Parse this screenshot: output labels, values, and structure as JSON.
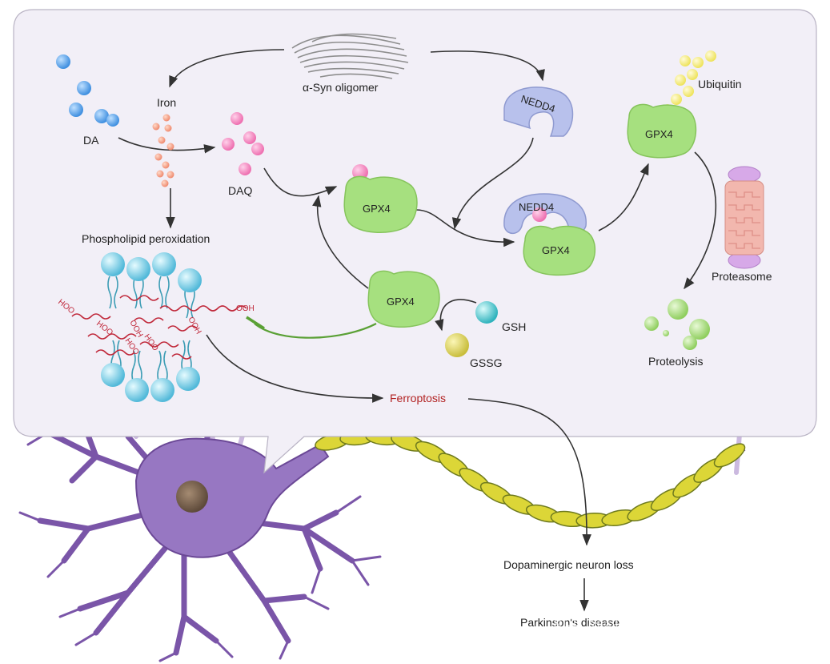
{
  "labels": {
    "syn": "α-Syn oligomer",
    "iron": "Iron",
    "da": "DA",
    "daq": "DAQ",
    "nedd4_top": "NEDD4",
    "nedd4_mid": "NEDD4",
    "gpx4_center": "GPX4",
    "gpx4_mid": "GPX4",
    "gpx4_top": "GPX4",
    "gpx4_lower": "GPX4",
    "ubiquitin": "Ubiquitin",
    "proteasome": "Proteasome",
    "proteolysis": "Proteolysis",
    "phospholipid": "Phospholipid peroxidation",
    "gsh": "GSH",
    "gssg": "GSSG",
    "ferroptosis": "Ferroptosis",
    "neuron_loss": "Dopaminergic neuron loss",
    "parkinsons": "Parkinson's disease",
    "ooh": "OOH",
    "hoo": "HOO"
  },
  "watermark": "知乎 @科研小助手 Kelly",
  "colors": {
    "panel": "#f2eff7",
    "gpx4": "#a6e07f",
    "nedd4": "#b8c1ec",
    "ferroptosis": "#b22222",
    "neuron": "#7a55a8",
    "axon": "#dcd637",
    "arrow": "#333333"
  }
}
